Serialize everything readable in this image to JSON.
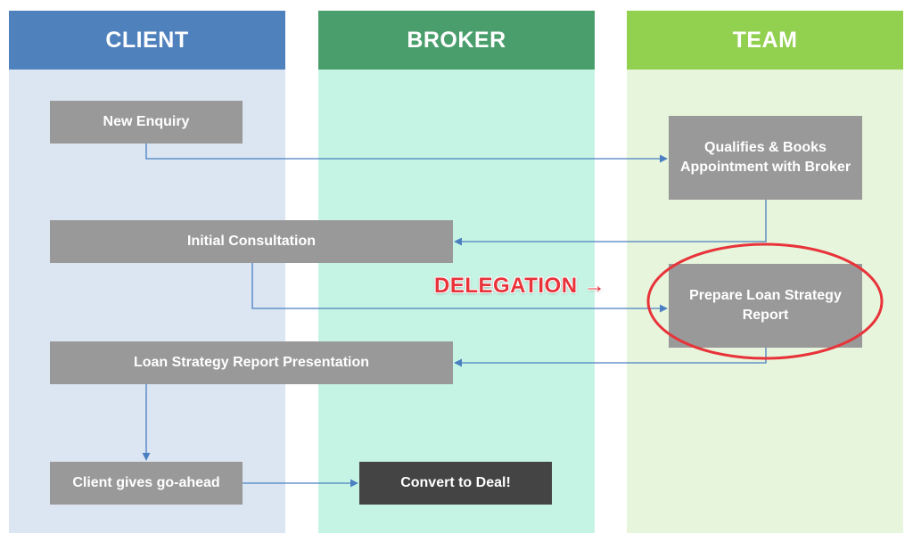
{
  "lanes": {
    "client": {
      "title": "CLIENT"
    },
    "broker": {
      "title": "BROKER"
    },
    "team": {
      "title": "TEAM"
    }
  },
  "steps": {
    "new_enquiry": "New Enquiry",
    "qualifies": "Qualifies & Books Appointment with Broker",
    "initial_consultation": "Initial Consultation",
    "prepare_report": "Prepare Loan Strategy Report",
    "report_presentation": "Loan Strategy Report Presentation",
    "client_go_ahead": "Client gives go-ahead",
    "convert": "Convert to Deal!"
  },
  "callout": {
    "label": "DELEGATION",
    "arrow": "→"
  },
  "colors": {
    "client_header": "#4f81bd",
    "broker_header": "#4a9e6c",
    "team_header": "#92d050",
    "step_box": "#999999",
    "final_box": "#444444",
    "connector": "#4a7fc1",
    "highlight": "#e8333a"
  }
}
